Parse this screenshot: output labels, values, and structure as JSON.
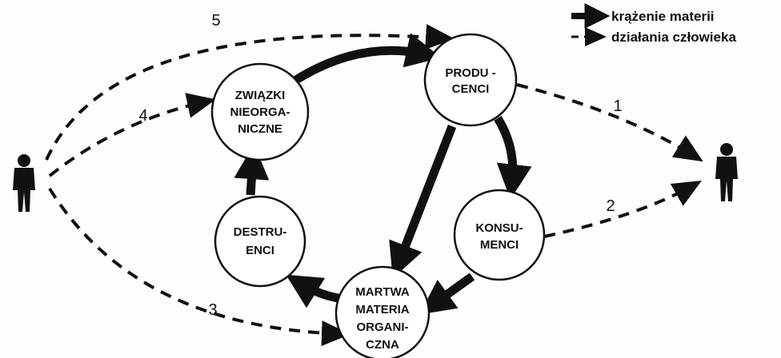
{
  "legend": {
    "solid_label": "krążenie materii",
    "dashed_label": "działania człowieka"
  },
  "nodes": {
    "producers": [
      "PRODU -",
      "CENCI"
    ],
    "inorganic": [
      "ZWIĄZKI",
      "NIEORGA-",
      "NICZNE"
    ],
    "consumers": [
      "KONSU-",
      "MENCI"
    ],
    "decomposers": [
      "DESTRU-",
      "ENCI"
    ],
    "dead_matter": [
      "MARTWA",
      "MATERIA",
      "ORGANI-",
      "CZNA"
    ]
  },
  "arrow_numbers": {
    "n1": "1",
    "n2": "2",
    "n3": "3",
    "n4": "4",
    "n5": "5"
  }
}
